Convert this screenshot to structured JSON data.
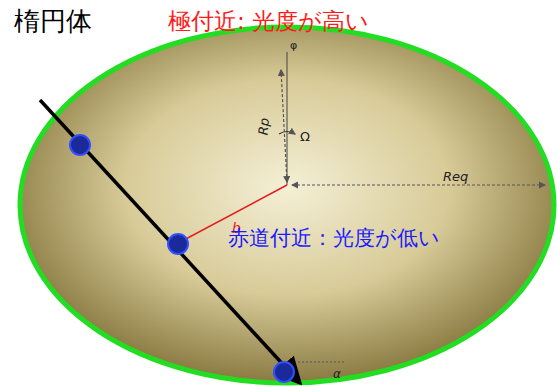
{
  "diagram": {
    "title": "楕円体",
    "labels": [
      "極付近: 光度が高い",
      "φ",
      "Ω",
      "Rp",
      "Req",
      "b",
      "赤道付近：光度が低い",
      "α"
    ]
  }
}
